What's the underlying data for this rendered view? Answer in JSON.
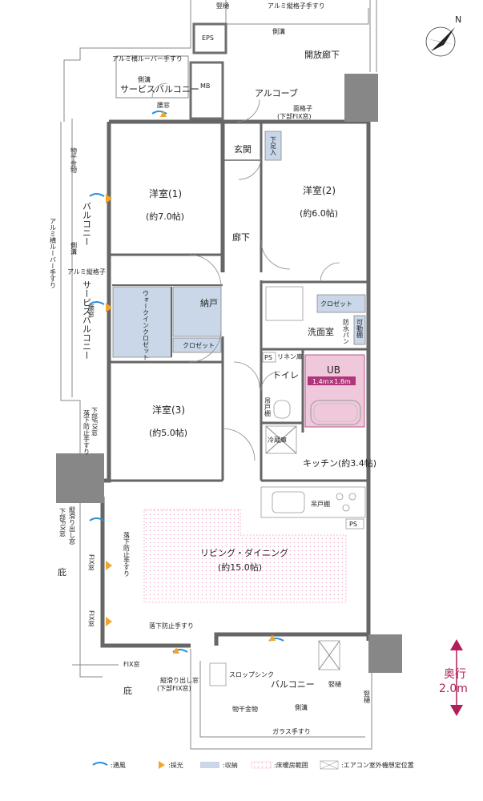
{
  "rooms": {
    "western1_name": "洋室(1)",
    "western1_size": "(約7.0帖)",
    "western2_name": "洋室(2)",
    "western2_size": "(約6.0帖)",
    "western3_name": "洋室(3)",
    "western3_size": "(約5.0帖)",
    "living_name": "リビング・ダイニング",
    "living_size": "(約15.0帖)",
    "kitchen": "キッチン(約3.4帖)",
    "entrance": "玄関",
    "hallway": "廊下",
    "washroom": "洗面室",
    "toilet": "トイレ",
    "bath": "UB",
    "bath_size": "1.4m×1.8m",
    "walkin": "ウォークインクロゼット",
    "storage": "納戸",
    "closet1": "クロゼット",
    "closet2": "クロゼット",
    "shoe": "下足入",
    "fridge": "冷蔵庫",
    "linen": "リネン庫",
    "waterproof_pan": "防水パン",
    "movable_shelf": "可動棚",
    "hanging_shelf_kitchen": "吊戸棚",
    "hanging_shelf_toilet": "吊戸棚",
    "ps1": "PS",
    "ps2": "PS",
    "eps": "EPS",
    "mb": "MB"
  },
  "exterior": {
    "open_corridor": "開放廊下",
    "alcove": "アルコーブ",
    "service_balcony_top": "サービスバルコニー",
    "service_balcony_left": "サービスバルコニー",
    "balcony_left": "バルコニー",
    "balcony_bottom": "バルコニー",
    "slop_sink": "スロップシンク",
    "drying_hardware_left": "物干金物",
    "drying_hardware_bottom": "物干金物",
    "side_gutter_top": "側溝",
    "side_gutter_sb": "側溝",
    "side_gutter_left": "側溝",
    "side_gutter_bottom": "側溝",
    "partition_top": "竪樋",
    "partition_bottom": "竪樋",
    "partition_right": "竪樋",
    "aluminum_rail_top": "アルミ縦格子手すり",
    "aluminum_louver_top": "アルミ横ルーバー手すり",
    "aluminum_louver_left": "アルミ横ルーバー手すり",
    "aluminum_lattice_left": "アルミ縦格子",
    "glass_rail": "ガラス手すり",
    "lattice_window": "面格子",
    "lattice_window_sub": "(下部FIX窓)",
    "eave_left": "庇",
    "eave_bottom": "庇"
  },
  "windows": {
    "small1": "腰窓",
    "small2": "腰窓",
    "fall_rail1": "落下防止手すり",
    "fall_rail2": "落下防止手すり",
    "fall_rail3": "落下防止手すり",
    "lower_fix1": "下部FIX窓",
    "lower_fix2": "縦滑り出し窓",
    "lower_fix2_sub": "下部FIX窓",
    "fix1": "FIX窓",
    "fix2": "FIX窓",
    "fix3": "FIX窓",
    "slide_window": "縦滑り出し窓",
    "slide_window_sub": "(下部FIX窓)"
  },
  "depth": {
    "label": "奥行",
    "value": "2.0m"
  },
  "compass": "N",
  "legend": {
    "ventilation": ":通風",
    "lighting": ":採光",
    "storage": ":収納",
    "floor_heating": ":床暖房範囲",
    "ac_unit": ":エアコン室外機想定位置"
  },
  "colors": {
    "storage": "#c9d7e8",
    "floor_heating": "#e8a8c8",
    "ventilation": "#2a8fd8",
    "lighting": "#f2a52a",
    "bath": "#f0c8dc",
    "bath_band": "#b0357a",
    "depth_arrow": "#b21e5a",
    "wall": "#6e6e6e"
  }
}
